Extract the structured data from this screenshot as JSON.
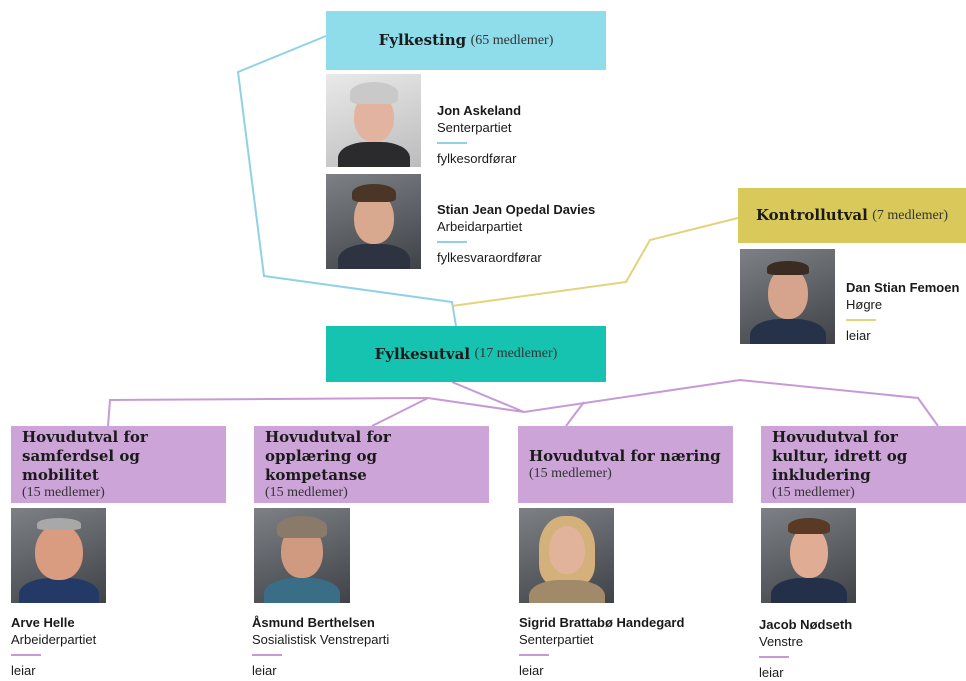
{
  "colors": {
    "fylkesting": "#8fdceb",
    "fylkesutval": "#16c2b0",
    "kontrollutval": "#d8c95a",
    "hovudutval": "#cda4d8",
    "line_blue": "#8fd2e6",
    "line_yellow": "#e3d37a",
    "line_purple": "#c79ad6"
  },
  "fylkesting": {
    "title": "Fylkesting",
    "members": "(65 medlemer)",
    "people": [
      {
        "name": "Jon Askeland",
        "party": "Senterpartiet",
        "role": "fylkesordførar",
        "photo": "portrait-photo"
      },
      {
        "name": "Stian Jean Opedal Davies",
        "party": "Arbeidarpartiet",
        "role": "fylkesvaraordførar",
        "photo": "portrait-photo"
      }
    ]
  },
  "kontrollutval": {
    "title": "Kontrollutval",
    "members": "(7 medlemer)",
    "person": {
      "name": "Dan Stian Femoen",
      "party": "Høgre",
      "role": "leiar",
      "photo": "portrait-photo"
    }
  },
  "fylkesutval": {
    "title": "Fylkesutval",
    "members": "(17 medlemer)"
  },
  "hovudutval": [
    {
      "title": "Hovudutval for samferdsel og mobilitet",
      "members": "(15 medlemer)",
      "person": {
        "name": "Arve Helle",
        "party": "Arbeiderpartiet",
        "role": "leiar",
        "photo": "portrait-photo"
      }
    },
    {
      "title": "Hovudutval for opplæring og kompetanse",
      "members": "(15 medlemer)",
      "person": {
        "name": "Åsmund Berthelsen",
        "party": "Sosialistisk Venstreparti",
        "role": "leiar",
        "photo": "portrait-photo"
      }
    },
    {
      "title": "Hovudutval for næring",
      "members": "(15 medlemer)",
      "person": {
        "name": "Sigrid Brattabø Handegard",
        "party": "Senterpartiet",
        "role": "leiar",
        "photo": "portrait-photo"
      }
    },
    {
      "title": "Hovudutval for kultur, idrett og inkludering",
      "members": "(15 medlemer)",
      "person": {
        "name": "Jacob Nødseth",
        "party": "Venstre",
        "role": "leiar",
        "photo": "portrait-photo"
      }
    }
  ]
}
